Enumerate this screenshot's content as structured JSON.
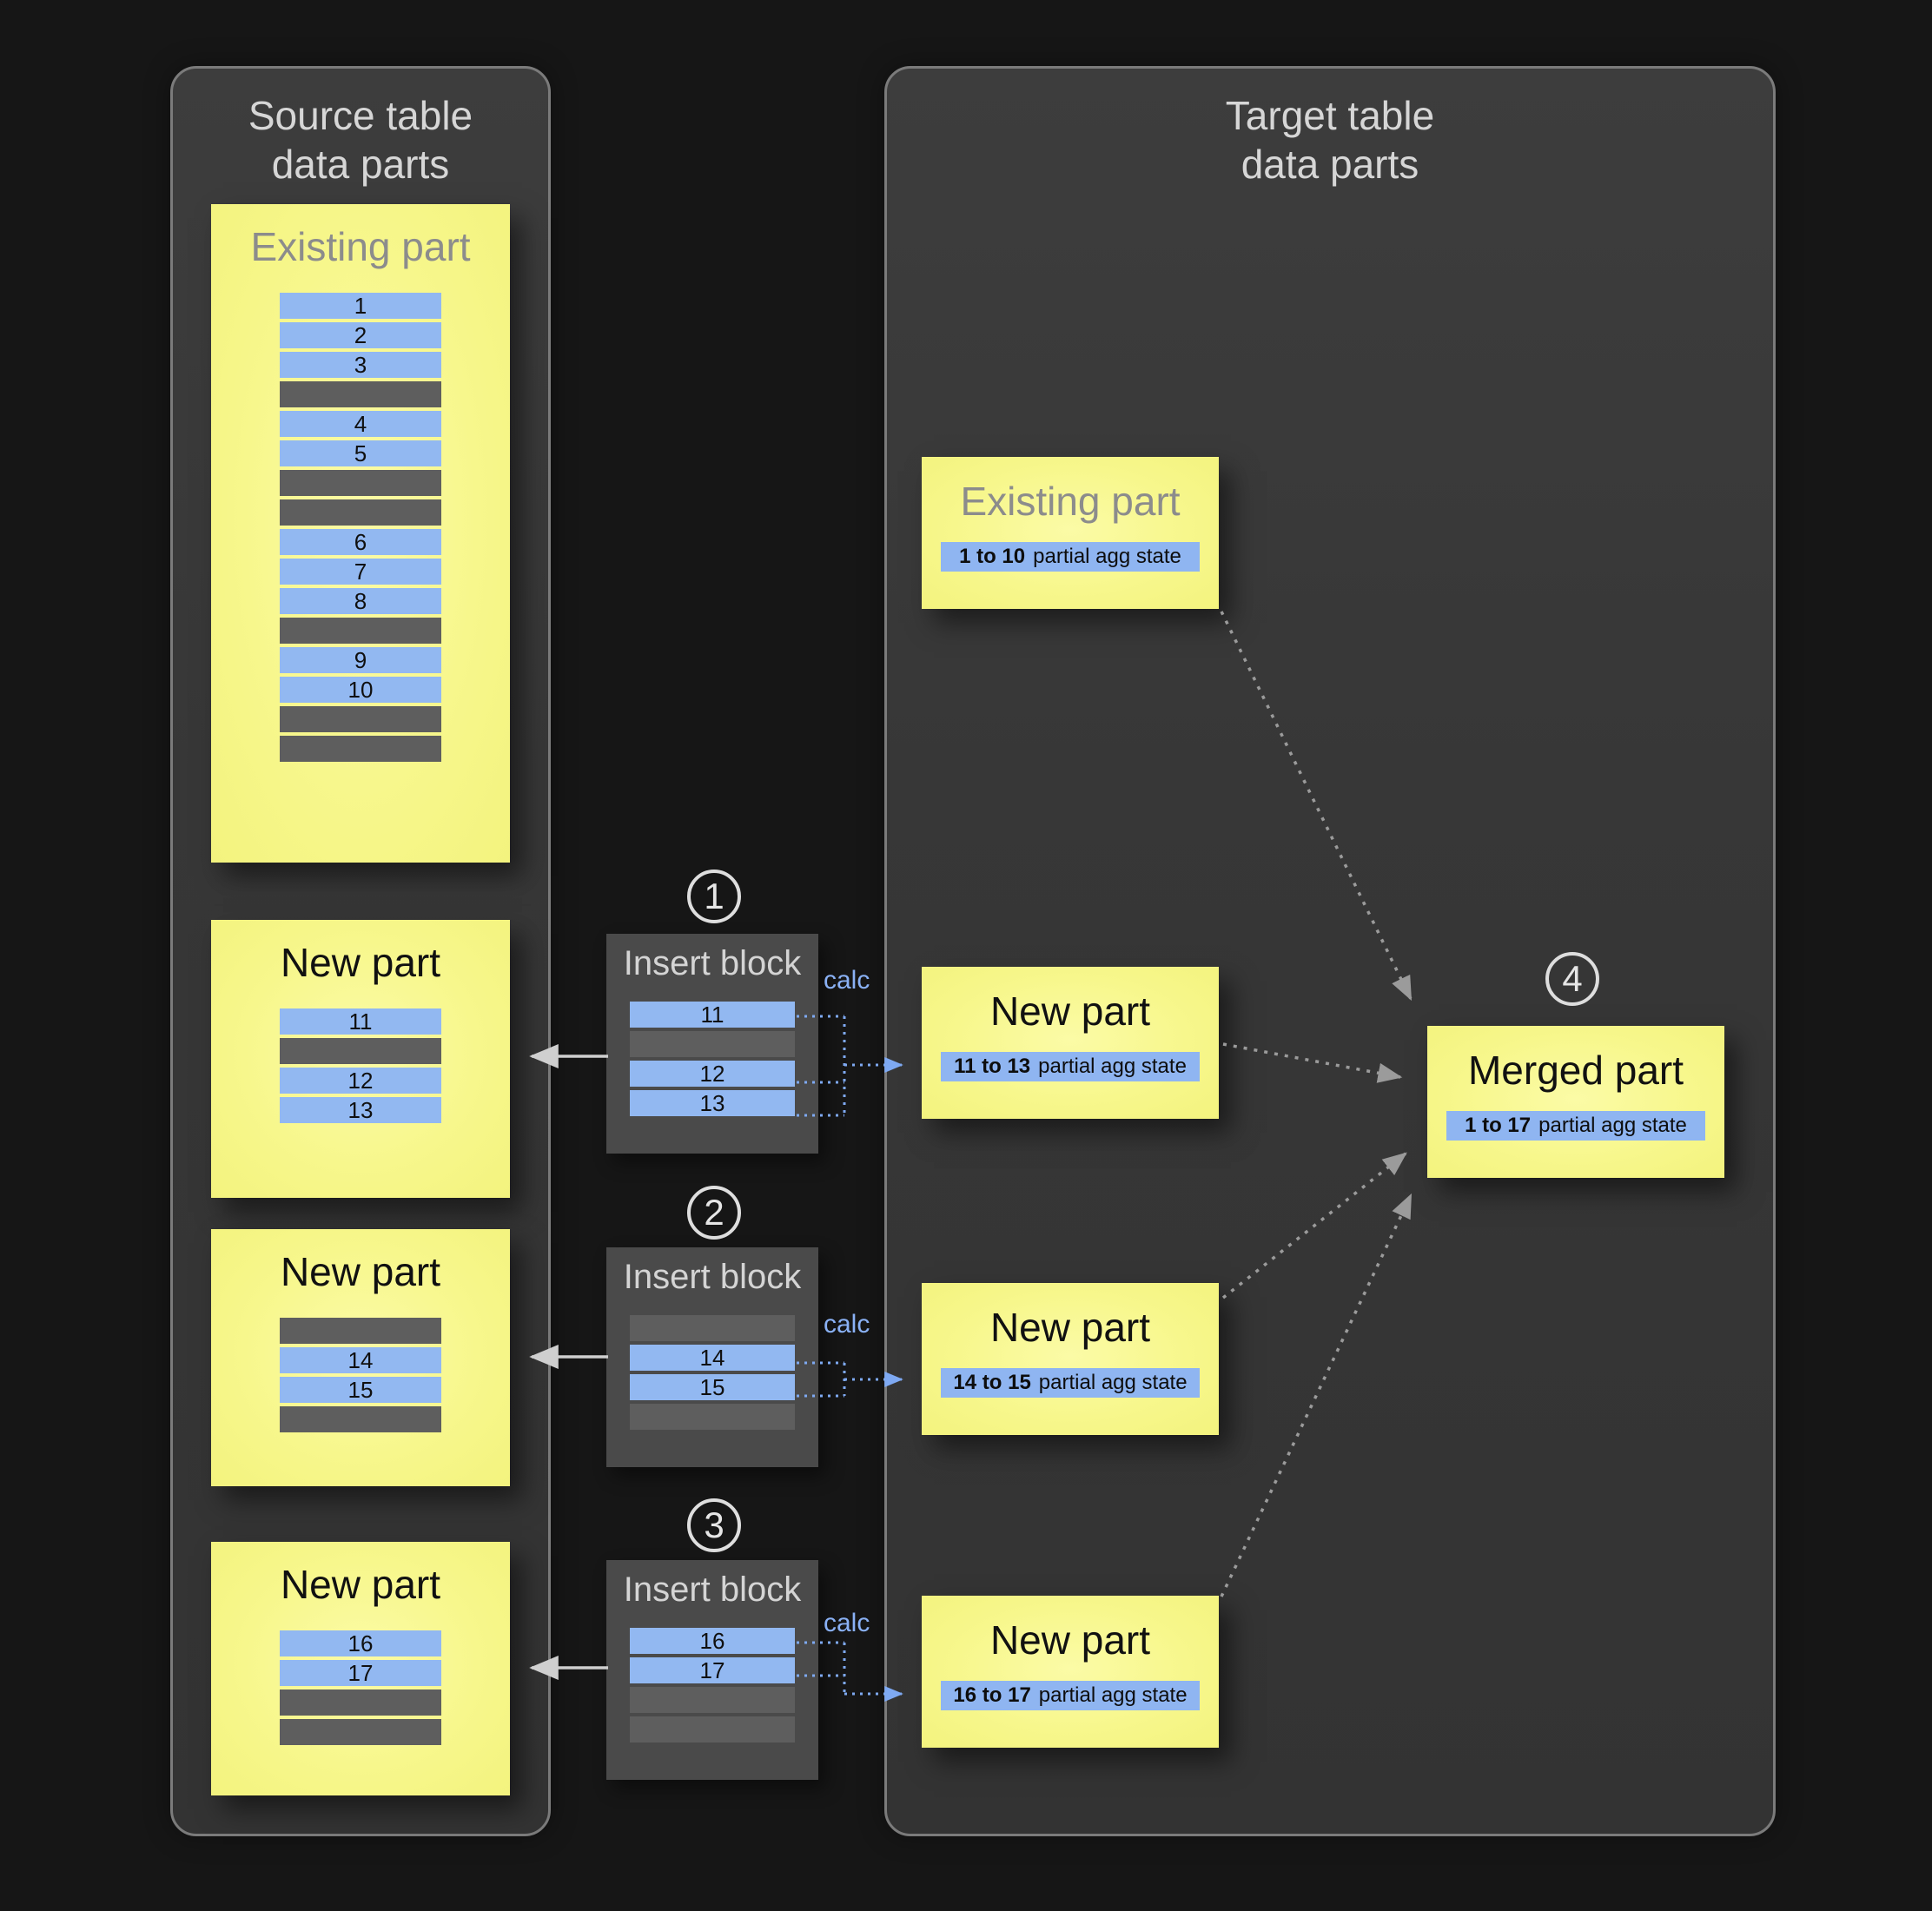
{
  "colors": {
    "background": "#161616",
    "panel_fill": "#383838",
    "panel_border": "#7b7b7b",
    "card_yellow": "#f7f78c",
    "row_blue": "#92b8f1",
    "row_gray": "#5e5e5e",
    "insert_block_fill": "#4a4a4a",
    "calc_blue": "#8ab1f5",
    "dotted_arrow_gray": "#9b9b9b",
    "solid_arrow_white": "#cfcfcf",
    "muted_title_gray": "#8c8c8c"
  },
  "source_panel": {
    "title": [
      "Source table",
      "data parts"
    ],
    "existing_part": {
      "title": "Existing part",
      "rows": [
        "1",
        "2",
        "3",
        "",
        "4",
        "5",
        "",
        "",
        "6",
        "7",
        "8",
        "",
        "9",
        "10",
        "",
        ""
      ]
    },
    "new_parts": [
      {
        "title": "New part",
        "rows": [
          "11",
          "",
          "12",
          "13"
        ]
      },
      {
        "title": "New part",
        "rows": [
          "",
          "14",
          "15",
          ""
        ]
      },
      {
        "title": "New part",
        "rows": [
          "16",
          "17",
          "",
          ""
        ]
      }
    ]
  },
  "insert_blocks": [
    {
      "step": "1",
      "title": "Insert block",
      "calc_label": "calc",
      "rows": [
        "11",
        "",
        "12",
        "13"
      ]
    },
    {
      "step": "2",
      "title": "Insert block",
      "calc_label": "calc",
      "rows": [
        "",
        "14",
        "15",
        ""
      ]
    },
    {
      "step": "3",
      "title": "Insert block",
      "calc_label": "calc",
      "rows": [
        "16",
        "17",
        "",
        ""
      ]
    }
  ],
  "target_panel": {
    "title": [
      "Target table",
      "data parts"
    ],
    "existing_part": {
      "title": "Existing part",
      "agg_range": "1 to 10",
      "agg_label": "partial agg state"
    },
    "new_parts": [
      {
        "title": "New part",
        "agg_range": "11 to 13",
        "agg_label": "partial agg state"
      },
      {
        "title": "New part",
        "agg_range": "14 to 15",
        "agg_label": "partial agg state"
      },
      {
        "title": "New part",
        "agg_range": "16 to 17",
        "agg_label": "partial agg state"
      }
    ],
    "merged_part": {
      "step": "4",
      "title": "Merged part",
      "agg_range": "1 to 17",
      "agg_label": "partial agg state"
    }
  }
}
